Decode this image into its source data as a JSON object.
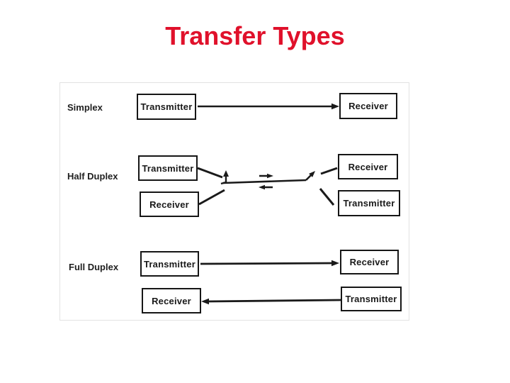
{
  "title": {
    "text": "Transfer Types",
    "color": "#e0112b"
  },
  "diagram": {
    "simplex": {
      "label": "Simplex",
      "transmitter": "Transmitter",
      "receiver": "Receiver"
    },
    "half_duplex": {
      "label": "Half Duplex",
      "transmitter_top": "Transmitter",
      "receiver_top": "Receiver",
      "receiver_bottom": "Receiver",
      "transmitter_bottom": "Transmitter"
    },
    "full_duplex": {
      "label": "Full Duplex",
      "transmitter_top": "Transmitter",
      "receiver_top": "Receiver",
      "receiver_bottom": "Receiver",
      "transmitter_bottom": "Transmitter"
    },
    "ink_color": "#1a1a1a"
  }
}
